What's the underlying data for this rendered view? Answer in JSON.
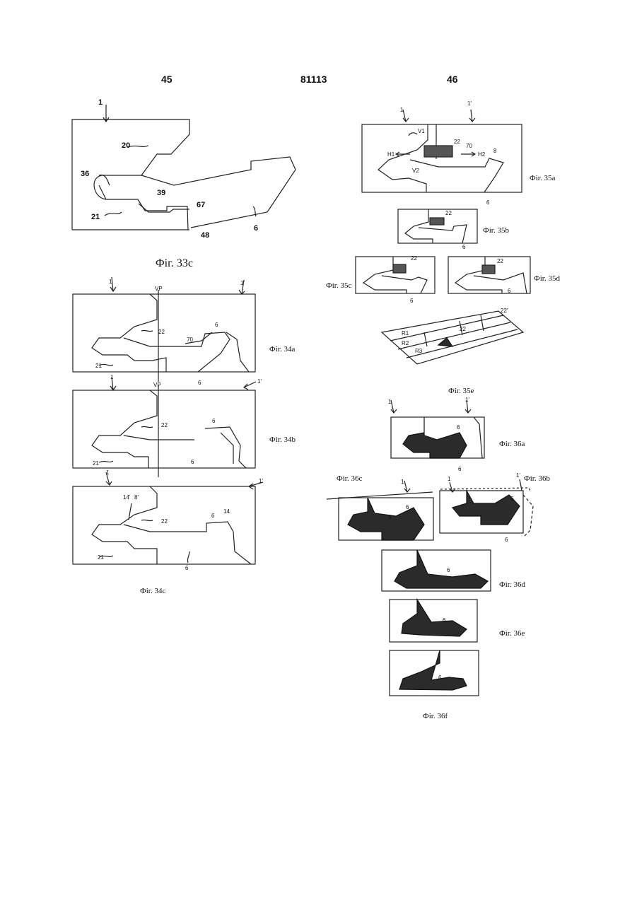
{
  "header": {
    "left_page": "45",
    "doc_number": "81113",
    "right_page": "46"
  },
  "captions": {
    "fig33c": "Фіг. 33с",
    "fig34a": "Фіг. 34а",
    "fig34b": "Фіг. 34b",
    "fig34c": "Фіг. 34с",
    "fig35a": "Фіг. 35а",
    "fig35b": "Фіг. 35b",
    "fig35c": "Фіг. 35с",
    "fig35d": "Фіг. 35d",
    "fig35e": "Фіг. 35е",
    "fig36a": "Фіг. 36а",
    "fig36b": "Фіг. 36b",
    "fig36c": "Фіг. 36с",
    "fig36d": "Фіг. 36d",
    "fig36e": "Фіг. 36е",
    "fig36f": "Фіг. 36f"
  },
  "labels": {
    "n1": "1",
    "n1p": "1'",
    "n20": "20",
    "n36": "36",
    "n39": "39",
    "n21": "21",
    "n67": "67",
    "n48": "48",
    "n6": "6",
    "n22": "22",
    "n22p": "22'",
    "n70": "70",
    "n8": "8",
    "n8p": "8'",
    "n14": "14",
    "n14p": "14'",
    "vp": "VP",
    "v1": "V1",
    "v2": "V2",
    "h1": "H1",
    "h2": "H2",
    "r1": "R1",
    "r2": "R2",
    "r3": "R3"
  }
}
